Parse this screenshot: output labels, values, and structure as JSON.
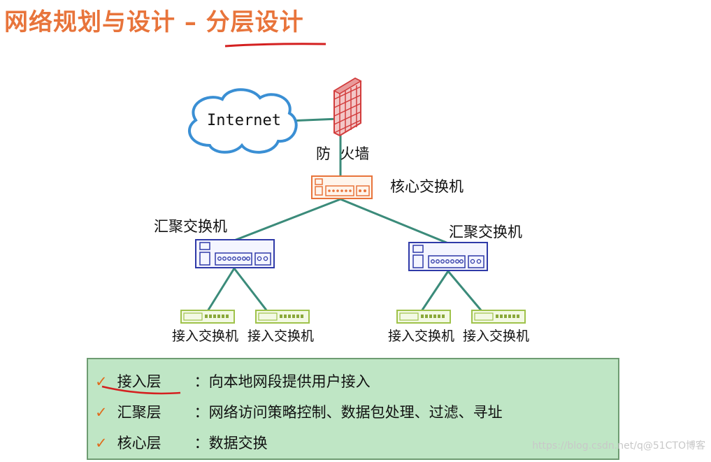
{
  "title": "网络规划与设计 – 分层设计",
  "nodes": {
    "internet": "Internet",
    "firewall": "防  火墙",
    "core": "核心交换机",
    "dist_left": "汇聚交换机",
    "dist_right": "汇聚交换机",
    "access": [
      "接入交换机",
      "接入交换机",
      "接入交换机",
      "接入交换机"
    ]
  },
  "legend": [
    {
      "check": "✓",
      "term": "接入层",
      "colon": "：",
      "desc": "向本地网段提供用户接入"
    },
    {
      "check": "✓",
      "term": "汇聚层",
      "colon": "：",
      "desc": "网络访问策略控制、数据包处理、过滤、寻址"
    },
    {
      "check": "✓",
      "term": "核心层",
      "colon": "：",
      "desc": "数据交换"
    }
  ],
  "watermark": "https://blog.csdn.net/q@51CTO博客",
  "colors": {
    "title": "#e8743b",
    "cloud": "#3a8fd4",
    "firewall": "#d23c3c",
    "core_switch": "#e8743b",
    "dist_switch": "#2f3aa8",
    "access_switch": "#9fc24a",
    "link": "#3b8b7a",
    "legend_bg": "#bfe6c5",
    "check": "#e06b1c",
    "annotation": "#d42020"
  }
}
